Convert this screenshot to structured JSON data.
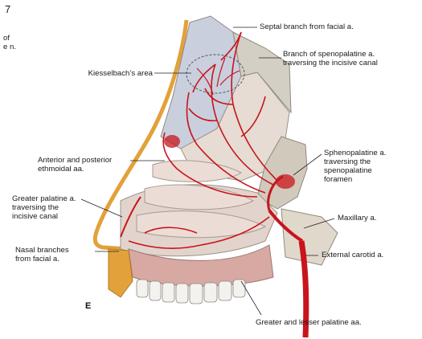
{
  "figure": {
    "panel_letter": "E",
    "cut_fragments": [
      "7",
      "of\ne n."
    ],
    "labels": {
      "septal_branch": "Septal branch from facial a.",
      "sphenopalatine_incisive": "Branch of spenopalatine a.\ntraversing the incisive canal",
      "kiesselbach": "Kiesselbach’s area",
      "ethmoidal": "Anterior and posterior\nethmoidal aa.",
      "sphenopalatine": "Sphenopalatine a.\ntraversing the\nspenopalatine\nforamen",
      "greater_palatine": "Greater palatine a.\ntraversing the\nincisive canal",
      "maxillary": "Maxillary a.",
      "nasal_branches": "Nasal branches\nfrom facial a.",
      "external_carotid": "External carotid a.",
      "greater_lesser_palatine": "Greater and lesser palatine aa."
    }
  },
  "colors": {
    "artery": "#c8141c",
    "bone": "#d9d4c8",
    "mucosa": "#e8d6cf",
    "cartilage": "#b9c3d6",
    "skin_outline": "#e2a13a",
    "soft_palate": "#d8a9a3"
  }
}
